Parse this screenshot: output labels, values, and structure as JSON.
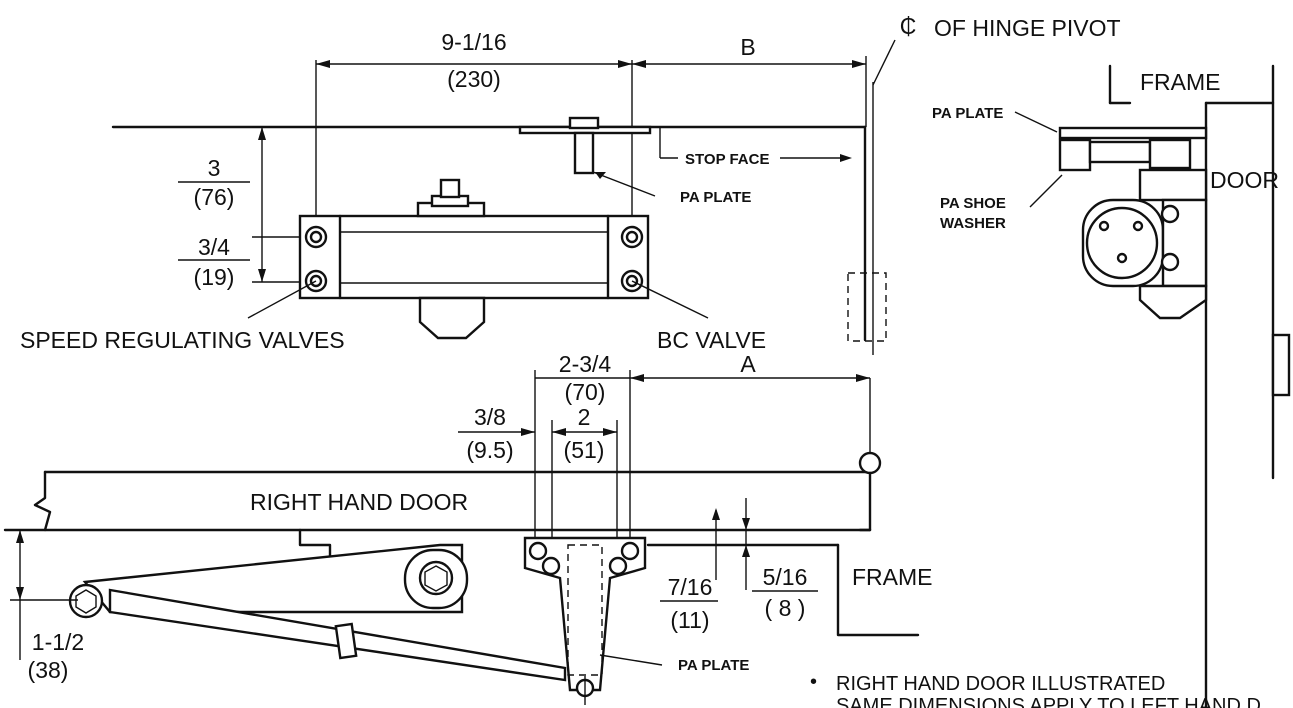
{
  "dims": {
    "body_length": "9-1/16",
    "body_length_mm": "(230)",
    "b": "B",
    "a": "A",
    "height": "3",
    "height_mm": "(76)",
    "valve_offset": "3/4",
    "valve_offset_mm": "(19)",
    "shoe_width": "2-3/4",
    "shoe_width_mm": "(70)",
    "shoe_offset": "3/8",
    "shoe_offset_mm": "(9.5)",
    "shoe_span": "2",
    "shoe_span_mm": "(51)",
    "setback": "7/16",
    "setback_mm": "(11)",
    "frame_gap": "5/16",
    "frame_gap_mm": "( 8 )",
    "arm_drop": "1-1/2",
    "arm_drop_mm": "(38)"
  },
  "labels": {
    "hinge_pivot": "OF HINGE PIVOT",
    "hinge_symbol": "₵",
    "stop_face": "STOP FACE",
    "pa_plate": "PA PLATE",
    "speed_valves": "SPEED REGULATING VALVES",
    "bc_valve": "BC VALVE",
    "right_hand_door": "RIGHT HAND DOOR",
    "frame": "FRAME",
    "door": "DOOR",
    "pa_shoe_washer_1": "PA SHOE",
    "pa_shoe_washer_2": "WASHER"
  },
  "notes": {
    "note1": "RIGHT HAND DOOR ILLUSTRATED",
    "note2": "SAME DIMENSIONS APPLY TO LEFT HAND D"
  }
}
